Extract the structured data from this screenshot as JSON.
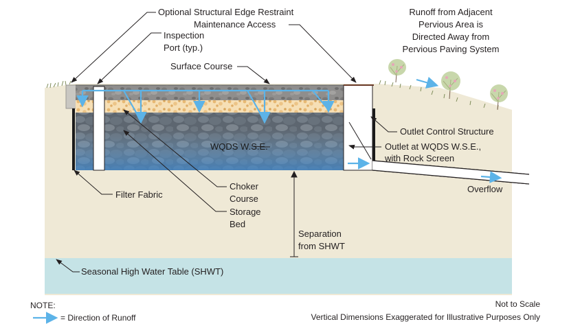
{
  "labels": {
    "edge_restraint": "Optional Structural Edge Restraint",
    "maintenance_access": "Maintenance Access",
    "inspection_port_1": "Inspection",
    "inspection_port_2": "Port (typ.)",
    "surface_course": "Surface Course",
    "runoff_adjacent_1": "Runoff from Adjacent",
    "runoff_adjacent_2": "Pervious Area is",
    "runoff_adjacent_3": "Directed Away from",
    "runoff_adjacent_4": "Pervious Paving System",
    "outlet_control": "Outlet Control Structure",
    "wqds_wse": "WQDS W.S.E.",
    "outlet_wqds_1": "Outlet at WQDS W.S.E.,",
    "outlet_wqds_2": "with Rock Screen",
    "overflow": "Overflow",
    "filter_fabric": "Filter Fabric",
    "choker_1": "Choker",
    "choker_2": "Course",
    "storage_1": "Storage",
    "storage_2": "Bed",
    "separation_1": "Separation",
    "separation_2": "from SHWT",
    "shwt": "Seasonal High Water Table (SHWT)"
  },
  "notes": {
    "note_title": "NOTE:",
    "runoff_legend": "= Direction of Runoff",
    "not_to_scale": "Not to Scale",
    "vertical_exaggeration": "Vertical Dimensions Exaggerated for Illustrative Purposes Only"
  },
  "colors": {
    "soil": "#efe9d6",
    "water_table": "#c5e3e6",
    "surface_course": "#8d8c8c",
    "choker": "#f3d7a4",
    "storage": "#6e7a85",
    "storage_water": "#5f8fb8",
    "runoff_arrow": "#5cb3e8",
    "tree_foliage": "#b6c98f"
  }
}
